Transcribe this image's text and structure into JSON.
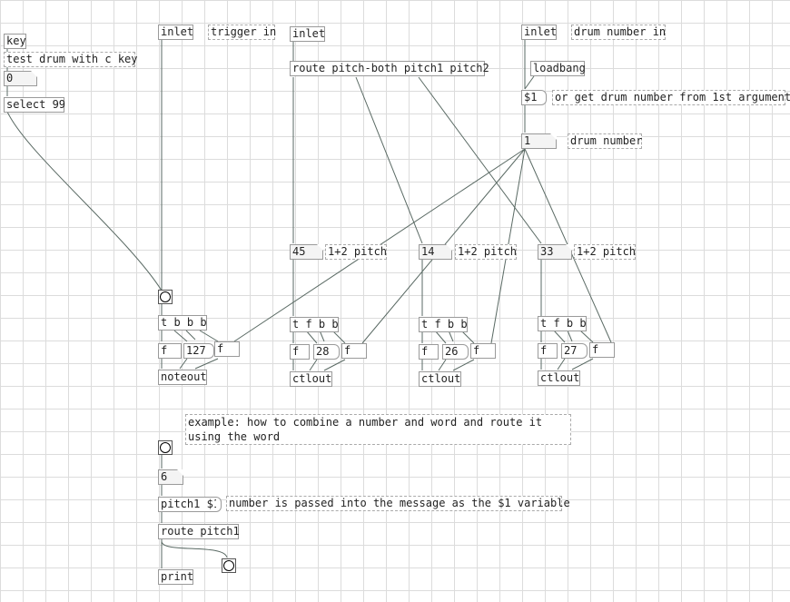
{
  "colors": {
    "grid": "#dcdcdc",
    "wire": "#5a6a64",
    "background": "#ffffff"
  },
  "objects": {
    "key": "key",
    "test_drum_comment": "test drum with c key",
    "num_zero": "0",
    "select99": "select 99",
    "inlet_trigger": "inlet",
    "trigger_in_comment": "trigger in",
    "inlet_pitch": "inlet",
    "route_pitch": "route pitch-both pitch1 pitch2",
    "inlet_drum": "inlet",
    "drum_number_in_comment": "drum number in",
    "loadbang": "loadbang",
    "dollar1_msg": "$1",
    "first_arg_comment": "or get drum number from 1st argument",
    "drum_num_atom": "1",
    "drum_number_comment": "drum number",
    "atom_45": "45",
    "pitch_comment_a": "1+2 pitch",
    "atom_14": "14",
    "pitch_comment_b": "1+2 pitch",
    "atom_33": "33",
    "pitch_comment_c": "1+2 pitch",
    "tbbb": "t b b b",
    "f_a": "f",
    "n127": "127",
    "f_b": "f",
    "noteout": "noteout",
    "tfbb_1": "t f b b",
    "f_c1": "f",
    "n28": "28",
    "f_d1": "f",
    "ctlout_1": "ctlout",
    "tfbb_2": "t f b b",
    "f_c2": "f",
    "n26": "26",
    "f_d2": "f",
    "ctlout_2": "ctlout",
    "tfbb_3": "t f b b",
    "f_c3": "f",
    "n27": "27",
    "f_d3": "f",
    "ctlout_3": "ctlout",
    "example_comment": "example: how to combine a number and word and route it using the word",
    "atom_6": "6",
    "pitch1_msg": "pitch1 $1",
    "passed_comment": "number is passed into the message as the $1 variable",
    "route_pitch1": "route pitch1",
    "print": "print"
  }
}
